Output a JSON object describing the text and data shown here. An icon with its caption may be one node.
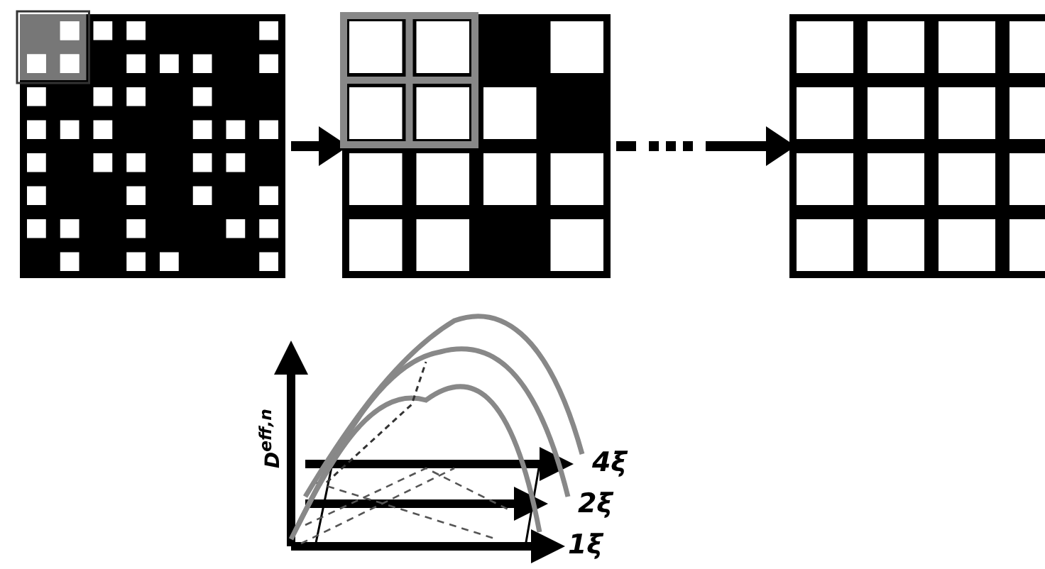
{
  "diagram": {
    "nodes": [
      {
        "text": [],
        "shape": "box"
      },
      {
        "text": [],
        "shape": "box"
      },
      {
        "text": [],
        "shape": "box"
      }
    ],
    "edges": [
      {
        "from": 0,
        "to": 1,
        "arrow": "to"
      },
      {
        "from": 1,
        "to": 2,
        "arrow": "to",
        "style": "dashed"
      }
    ],
    "labels": [
      "D$^{eff,n}$",
      "4ξ",
      "2ξ",
      "1ξ"
    ]
  }
}
